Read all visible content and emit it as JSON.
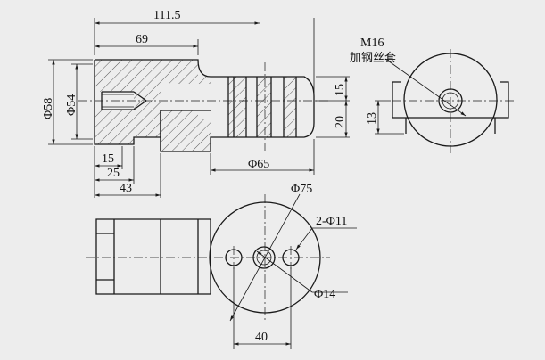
{
  "drawing": {
    "dims": {
      "len_total": "111.5",
      "len_69": "69",
      "dia_58": "Φ58",
      "dia_54": "Φ54",
      "len_15": "15",
      "len_25": "25",
      "len_43": "43",
      "dia_65": "Φ65",
      "h_15": "15",
      "h_20": "20",
      "h_13": "13",
      "dia_75": "Φ75",
      "holes": "2-Φ11",
      "dia_14": "Φ14",
      "w_40": "40"
    },
    "callout": {
      "thread": "M16",
      "insert": "加钢丝套"
    }
  }
}
